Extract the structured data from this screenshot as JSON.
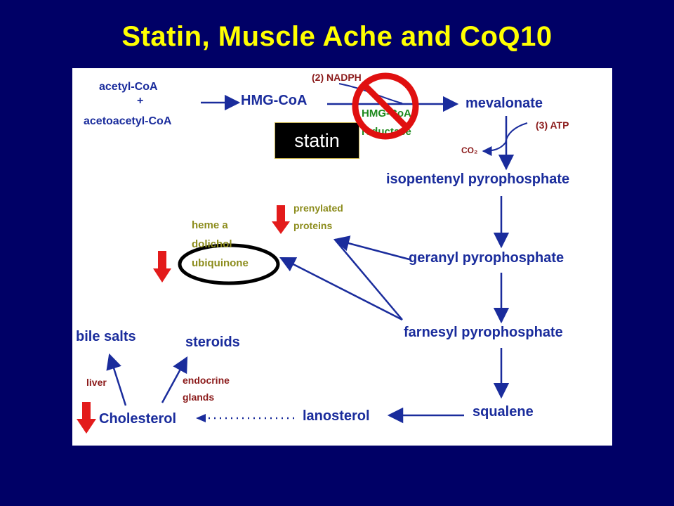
{
  "title": "Statin, Muscle Ache and CoQ10",
  "pathway": {
    "acetyl_coa": "acetyl-CoA",
    "plus": "+",
    "acetoacetyl_coa": "acetoacetyl-CoA",
    "hmg_coa": "HMG-CoA",
    "nadph": "(2) NADPH",
    "enzyme_line1": "HMG-CoA",
    "enzyme_line2": "reductase",
    "mevalonate": "mevalonate",
    "atp": "(3) ATP",
    "co2": "CO₂",
    "isopentenyl": "isopentenyl pyrophosphate",
    "geranyl": "geranyl pyrophosphate",
    "farnesyl": "farnesyl pyrophosphate",
    "squalene": "squalene",
    "lanosterol": "lanosterol",
    "cholesterol": "Cholesterol",
    "bile_salts": "bile salts",
    "liver": "liver",
    "steroids": "steroids",
    "endocrine_line1": "endocrine",
    "endocrine_line2": "glands",
    "prenylated_line1": "prenylated",
    "prenylated_line2": "proteins",
    "heme_a": "heme a",
    "dolichol": "dolichol",
    "ubiquinone": "ubiquinone"
  },
  "statin_label": "statin",
  "colors": {
    "background": "#000066",
    "title": "#ffff00",
    "pathway_blue": "#1a2c9c",
    "branch_olive": "#8c8c1c",
    "cofactor_maroon": "#8b1a1a",
    "enzyme_green": "#1e8a1e",
    "down_arrow_red": "#e31b1b",
    "prohibition_red": "#e01010"
  },
  "icons": [
    "red-down-arrow-icon",
    "prohibition-sign-icon"
  ]
}
